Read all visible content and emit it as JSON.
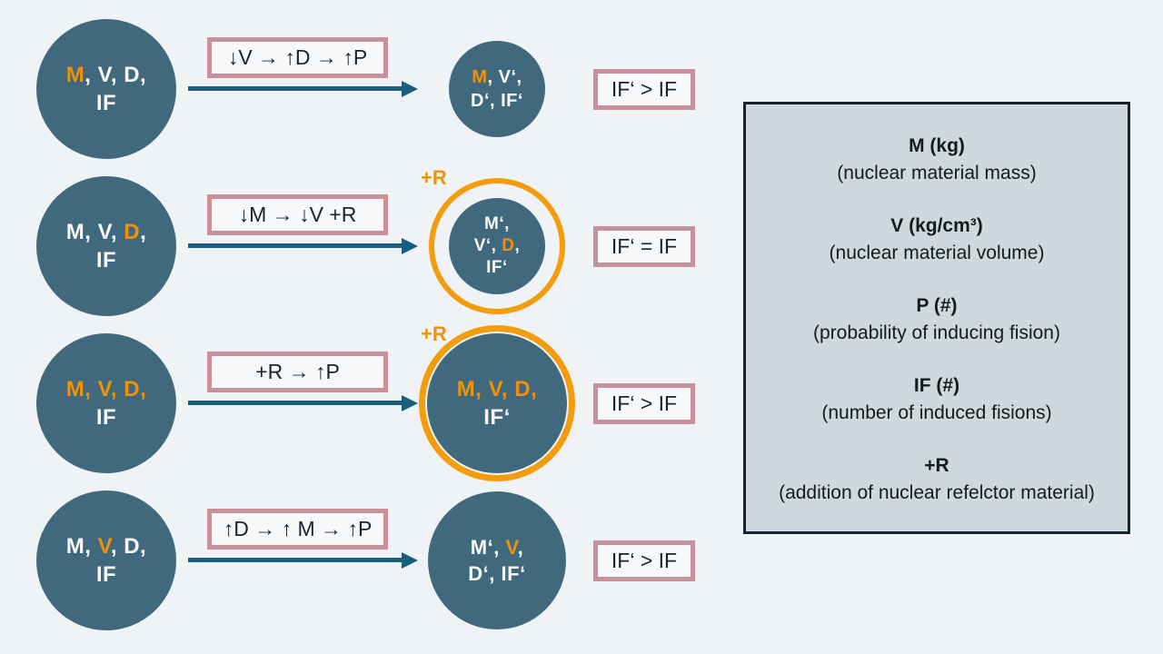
{
  "colors": {
    "background": "#EFF3F5",
    "sphere_fill": "#41697E",
    "highlight_orange": "#EF9209",
    "ring_orange": "#F49C0C",
    "arrow_teal": "#1A5E7E",
    "frame_pink": "#C8909B",
    "frame_fill": "#F6F8F9",
    "legend_fill": "#CFD9DD",
    "legend_border": "#16222C",
    "text_dark": "#1A242E"
  },
  "rows": [
    {
      "transition_label": "↓V → ↑D → ↑P",
      "result": "IF‘ > IF",
      "left": {
        "lines": [
          [
            {
              "t": "M",
              "o": true
            },
            {
              "t": ", V, D,"
            }
          ],
          [
            {
              "t": "IF"
            }
          ]
        ]
      },
      "right": {
        "lines": [
          [
            {
              "t": "M",
              "o": true
            },
            {
              "t": ", V‘,"
            }
          ],
          [
            {
              "t": "D‘, IF‘"
            }
          ]
        ]
      }
    },
    {
      "transition_label": "↓M → ↓V +R",
      "result": "IF‘ = IF",
      "plus_r": "+R",
      "left": {
        "lines": [
          [
            {
              "t": "M, V, "
            },
            {
              "t": "D",
              "o": true
            },
            {
              "t": ","
            }
          ],
          [
            {
              "t": "IF"
            }
          ]
        ]
      },
      "right": {
        "lines": [
          [
            {
              "t": "M‘,"
            }
          ],
          [
            {
              "t": "V‘, "
            },
            {
              "t": "D",
              "o": true
            },
            {
              "t": ","
            }
          ],
          [
            {
              "t": "IF‘"
            }
          ]
        ]
      }
    },
    {
      "transition_label": "+R → ↑P",
      "result": "IF‘ > IF",
      "plus_r": "+R",
      "left": {
        "lines": [
          [
            {
              "t": "M, V, D,",
              "o": true
            }
          ],
          [
            {
              "t": "IF"
            }
          ]
        ]
      },
      "right": {
        "lines": [
          [
            {
              "t": "M, V, D,",
              "o": true
            }
          ],
          [
            {
              "t": "IF‘"
            }
          ]
        ]
      }
    },
    {
      "transition_label": "↑D → ↑ M → ↑P",
      "result": "IF‘ > IF",
      "left": {
        "lines": [
          [
            {
              "t": "M, "
            },
            {
              "t": "V",
              "o": true
            },
            {
              "t": ", D,"
            }
          ],
          [
            {
              "t": "IF"
            }
          ]
        ]
      },
      "right": {
        "lines": [
          [
            {
              "t": "M‘, "
            },
            {
              "t": "V",
              "o": true
            },
            {
              "t": ","
            }
          ],
          [
            {
              "t": "D‘, IF‘"
            }
          ]
        ]
      }
    }
  ],
  "legend": {
    "entries": [
      {
        "term": "M (kg)",
        "definition": "(nuclear material mass)"
      },
      {
        "term": "V (kg/cm³)",
        "definition": "(nuclear material volume)"
      },
      {
        "term": "P (#)",
        "definition": "(probability of inducing fision)"
      },
      {
        "term": "IF (#)",
        "definition": "(number of induced fisions)"
      },
      {
        "term": "+R",
        "definition": "(addition of nuclear refelctor material)"
      }
    ]
  }
}
